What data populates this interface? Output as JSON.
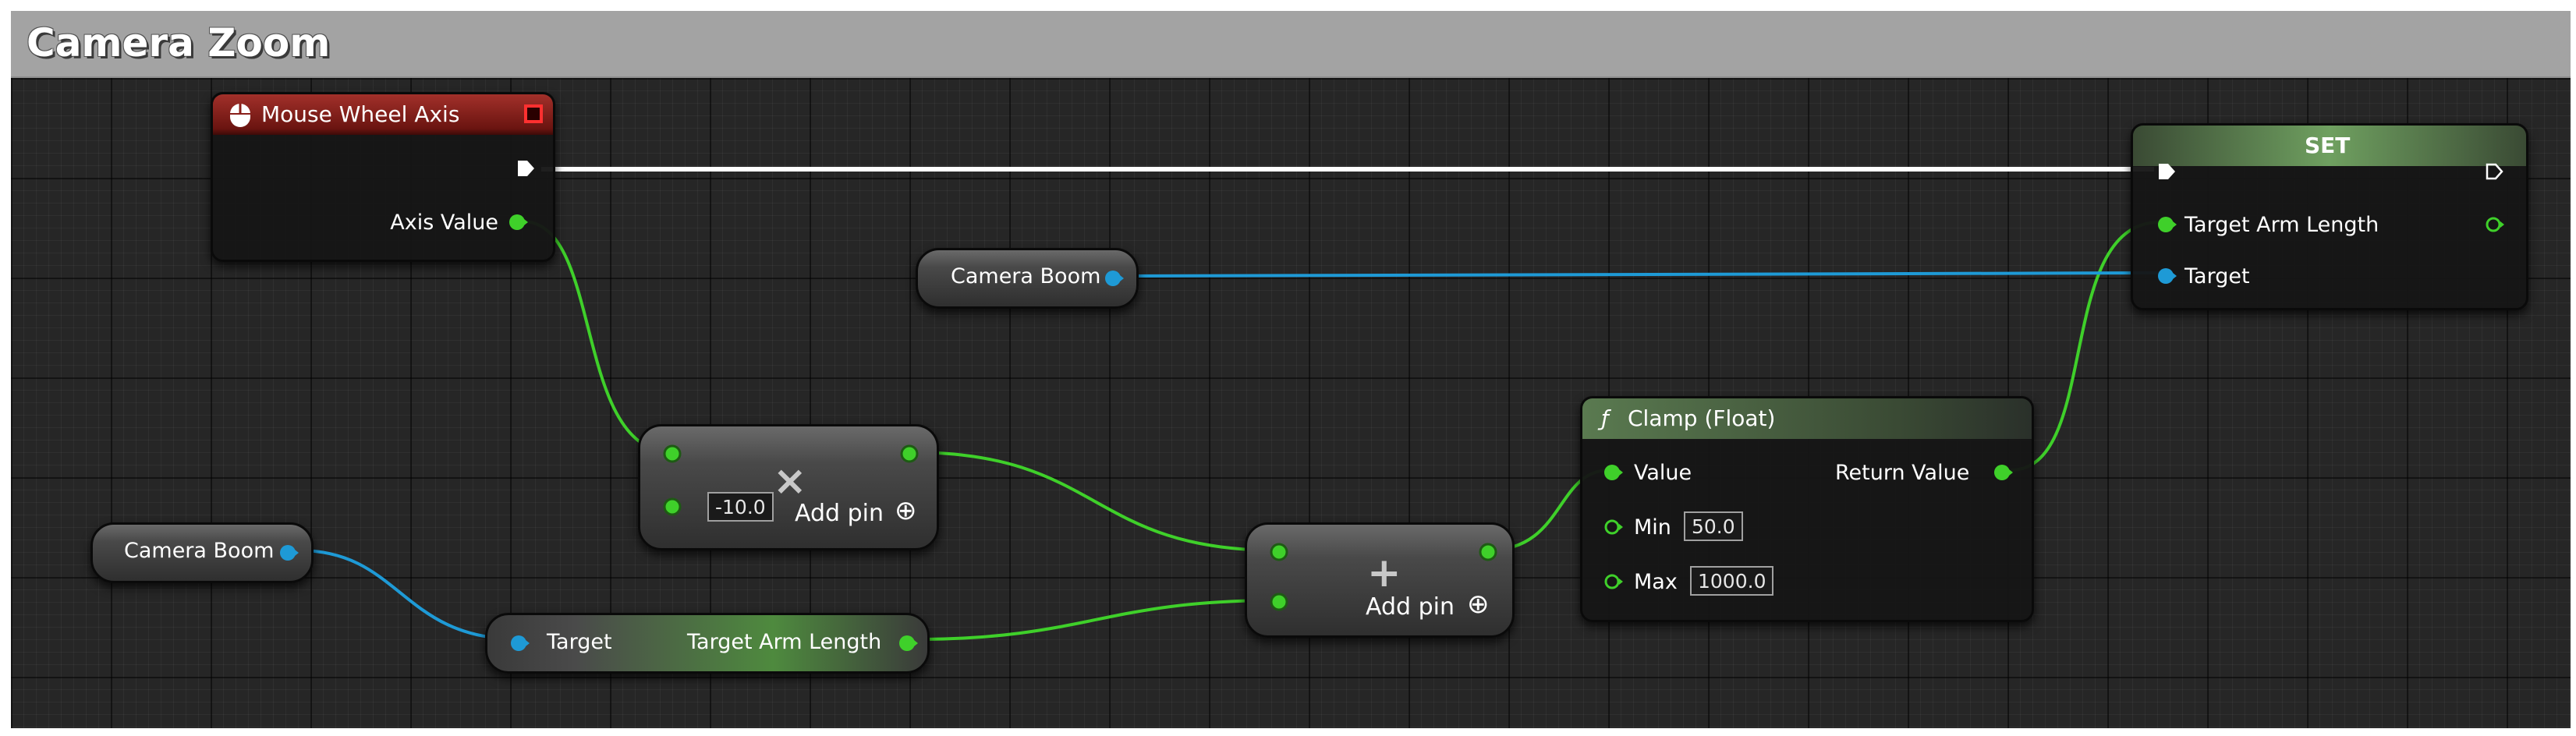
{
  "graph": {
    "title": "Camera Zoom",
    "colors": {
      "exec": "#ffffff",
      "float": "#3fd02a",
      "object": "#1e9ad6",
      "event_header": "#8a1f1a",
      "function_header": "#5a8a4e"
    }
  },
  "nodes": {
    "mouse_wheel": {
      "title": "Mouse Wheel Axis",
      "icon": "mouse-icon",
      "output_label": "Axis Value"
    },
    "camera_boom_top": {
      "label": "Camera Boom"
    },
    "camera_boom_left": {
      "label": "Camera Boom"
    },
    "set": {
      "title": "SET",
      "pin_target_arm_length": "Target Arm Length",
      "pin_target": "Target"
    },
    "multiply": {
      "symbol": "×",
      "input_value": "-10.0",
      "add_pin_label": "Add pin",
      "add_pin_icon": "⊕"
    },
    "add": {
      "symbol": "+",
      "add_pin_label": "Add pin",
      "add_pin_icon": "⊕"
    },
    "getter": {
      "pin_target": "Target",
      "output_label": "Target Arm Length"
    },
    "clamp": {
      "title": "Clamp (Float)",
      "func_icon": "ƒ",
      "pin_value": "Value",
      "pin_min": "Min",
      "min_value": "50.0",
      "pin_max": "Max",
      "max_value": "1000.0",
      "return_label": "Return Value"
    }
  }
}
